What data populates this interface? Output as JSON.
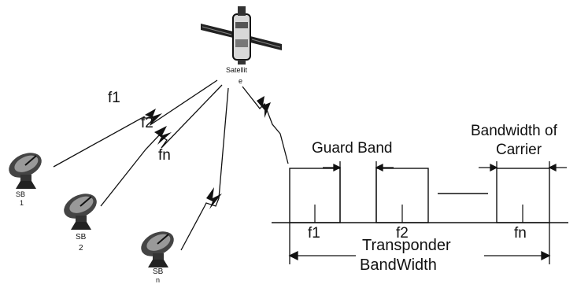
{
  "satellite": {
    "label_line1": "Satellit",
    "label_line2": "e"
  },
  "links": [
    {
      "label": "f1"
    },
    {
      "label": "f2"
    },
    {
      "label": "fn"
    }
  ],
  "ground_stations": [
    {
      "label": "SB",
      "index": "1"
    },
    {
      "label": "SB",
      "index": "2"
    },
    {
      "label": "SB",
      "index": "n"
    }
  ],
  "spectrum": {
    "guard_band_label": "Guard Band",
    "carrier_bw_line1": "Bandwidth of",
    "carrier_bw_line2": "Carrier",
    "carriers": [
      "f1",
      "f2",
      "fn"
    ],
    "transponder_line1": "Transponder",
    "transponder_line2": "BandWidth"
  }
}
